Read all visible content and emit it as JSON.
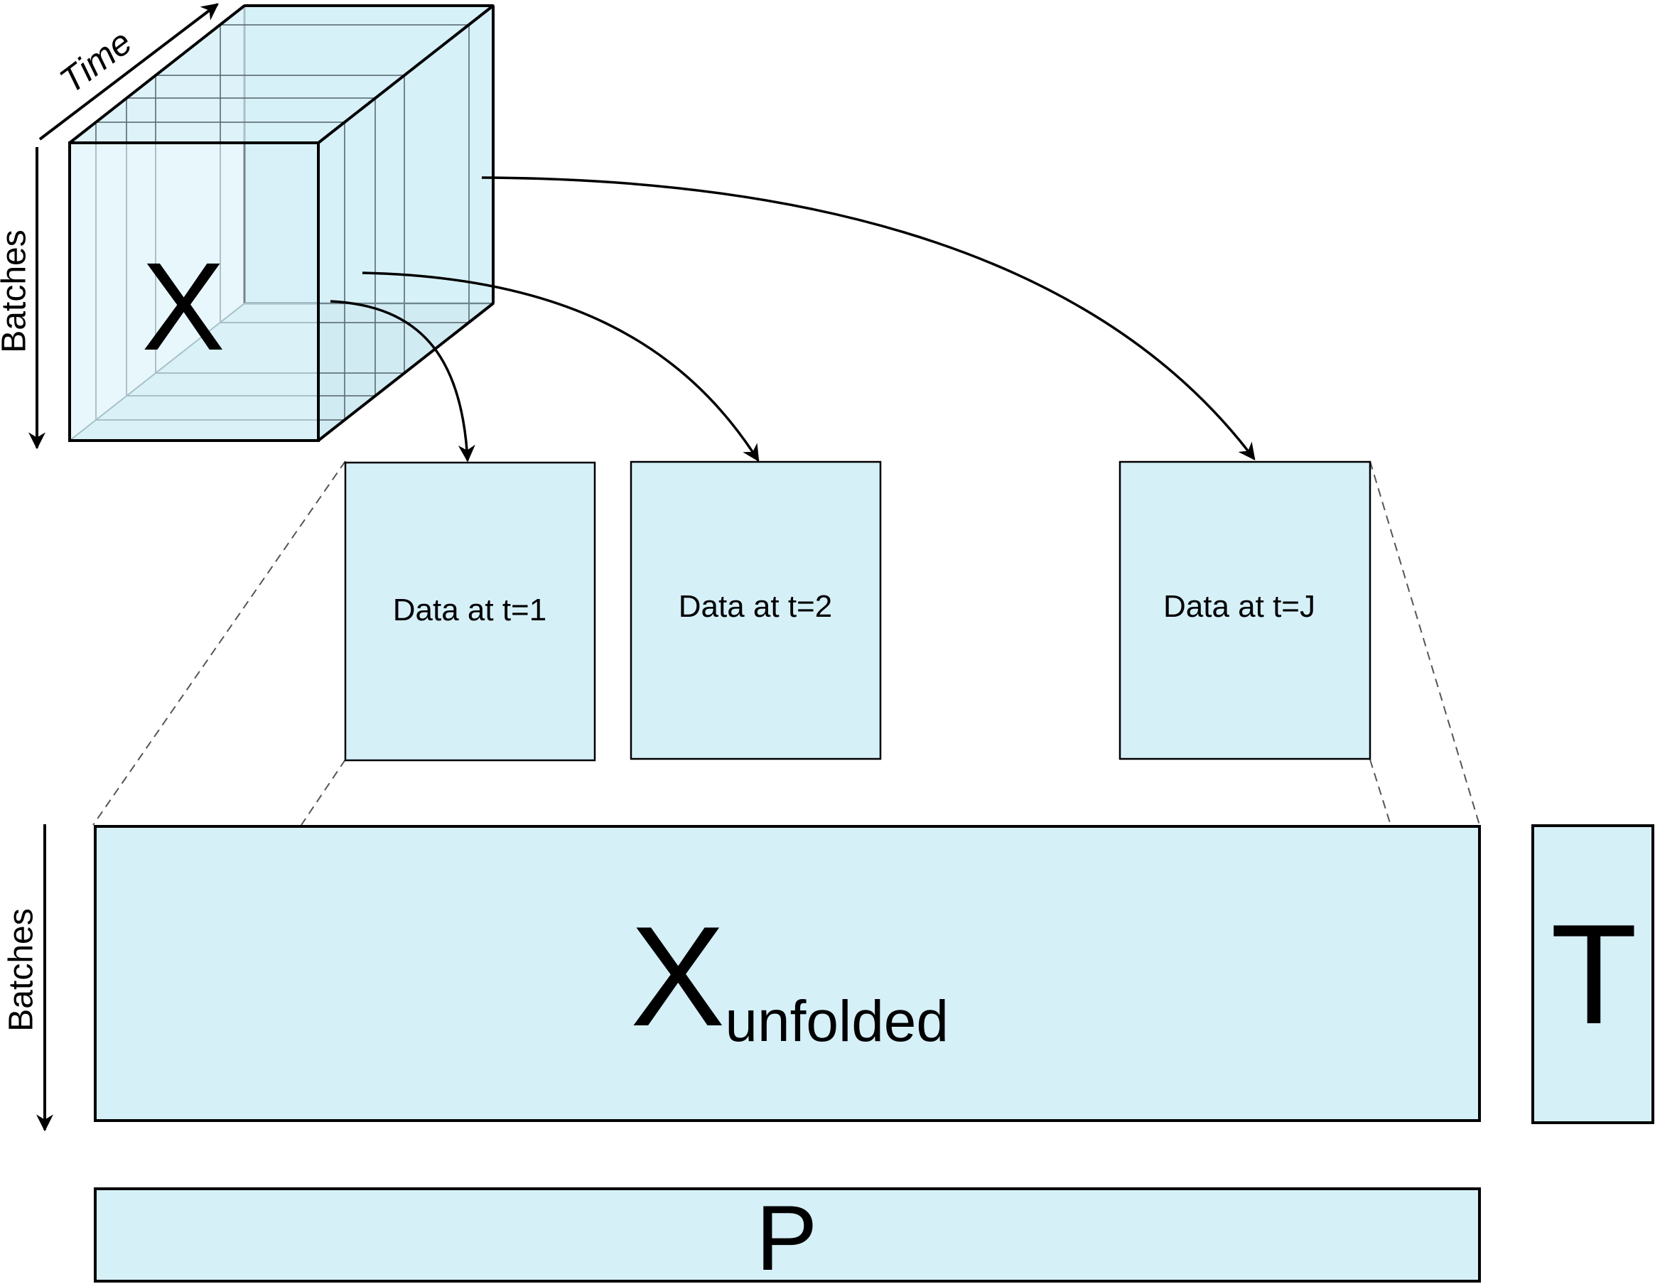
{
  "cube": {
    "label": "X",
    "time_axis_label": "Time",
    "batches_axis_label": "Batches"
  },
  "slices": [
    {
      "label": "Data at t=1"
    },
    {
      "label": "Data at t=2"
    },
    {
      "label": "Data at t=J"
    }
  ],
  "unfolded": {
    "main": "X",
    "subscript": "unfolded",
    "batches_axis_label": "Batches"
  },
  "scores": {
    "label": "T"
  },
  "loadings": {
    "label": "P"
  },
  "colors": {
    "fill": "#d6f0f8",
    "stroke": "#000000",
    "inner_line": "#5a6a72",
    "dashed": "#555555"
  }
}
